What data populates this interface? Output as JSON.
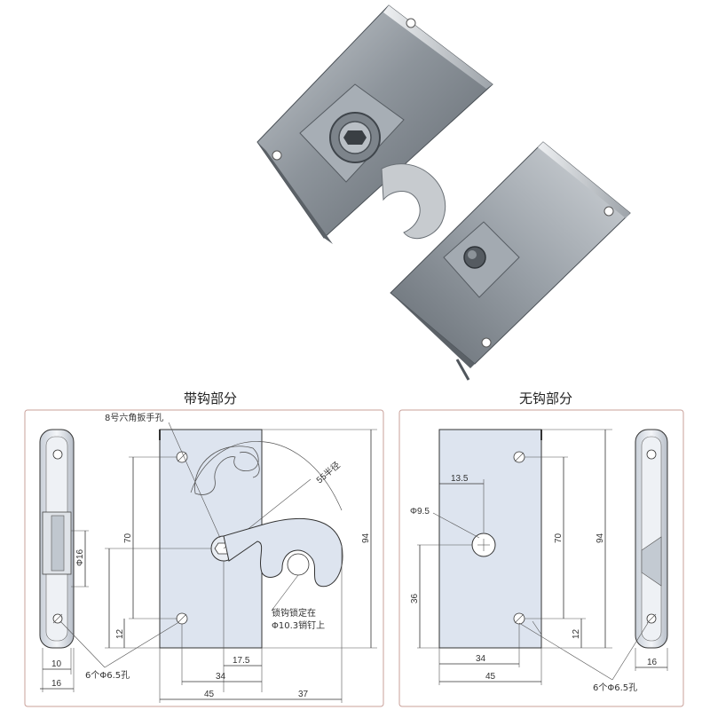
{
  "panels": {
    "left_title": "带钩部分",
    "right_title": "无钩部分"
  },
  "left_notes": {
    "hex_wrench_hole": "8号六角扳手孔",
    "radius": "55半径",
    "lock_hook_line1": "锁钩锁定在",
    "lock_hook_line2": "Φ10.3销钉上",
    "holes": "6个Φ6.5孔"
  },
  "right_notes": {
    "holes": "6个Φ6.5孔"
  },
  "left_dims": {
    "d70": "70",
    "d94": "94",
    "d12": "12",
    "d16": "Φ16",
    "d10": "10",
    "d16b": "16",
    "d17_5": "17.5",
    "d34": "34",
    "d45": "45",
    "d37": "37"
  },
  "right_dims": {
    "d13_5": "13.5",
    "d9_5": "Φ9.5",
    "d36": "36",
    "d70": "70",
    "d94": "94",
    "d12": "12",
    "d34": "34",
    "d45": "45",
    "d16": "16"
  },
  "colors": {
    "plate_fill": "#dde4ef",
    "panel_border": "#c9a09a",
    "metal": "#8e959c"
  }
}
